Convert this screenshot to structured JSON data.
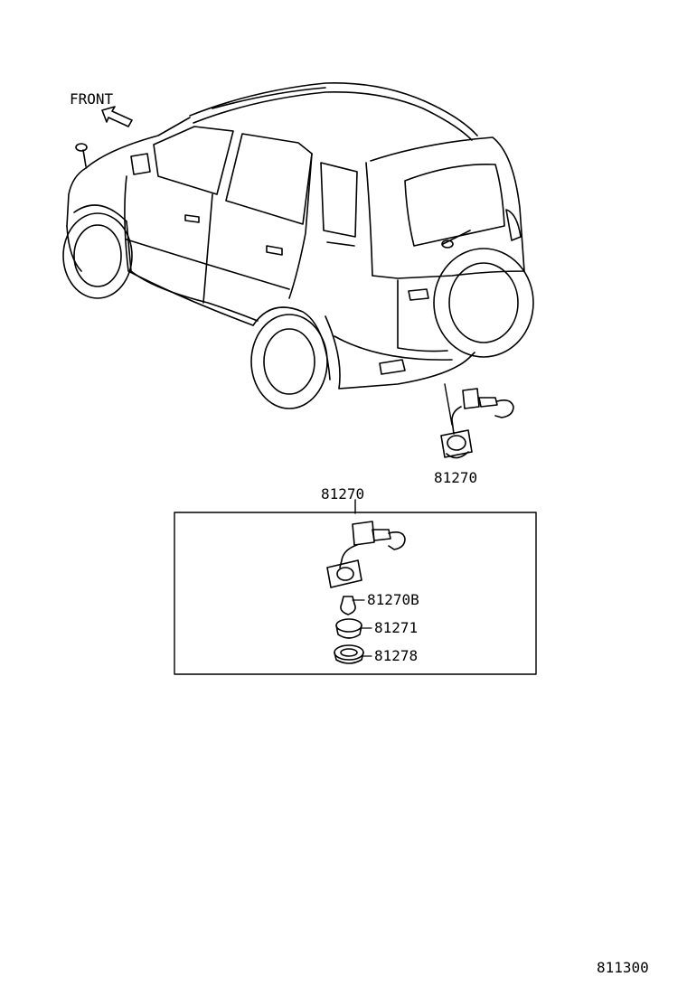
{
  "labels": {
    "front": "FRONT",
    "callout_part": "81270",
    "box_part": "81270",
    "bulb_part": "81270B",
    "socket_part": "81271",
    "gasket_part": "81278",
    "diagram_number": "811300"
  },
  "icons": {
    "front_arrow": "arrow-up-left-icon"
  },
  "colors": {
    "line": "#000000",
    "background": "#ffffff"
  }
}
